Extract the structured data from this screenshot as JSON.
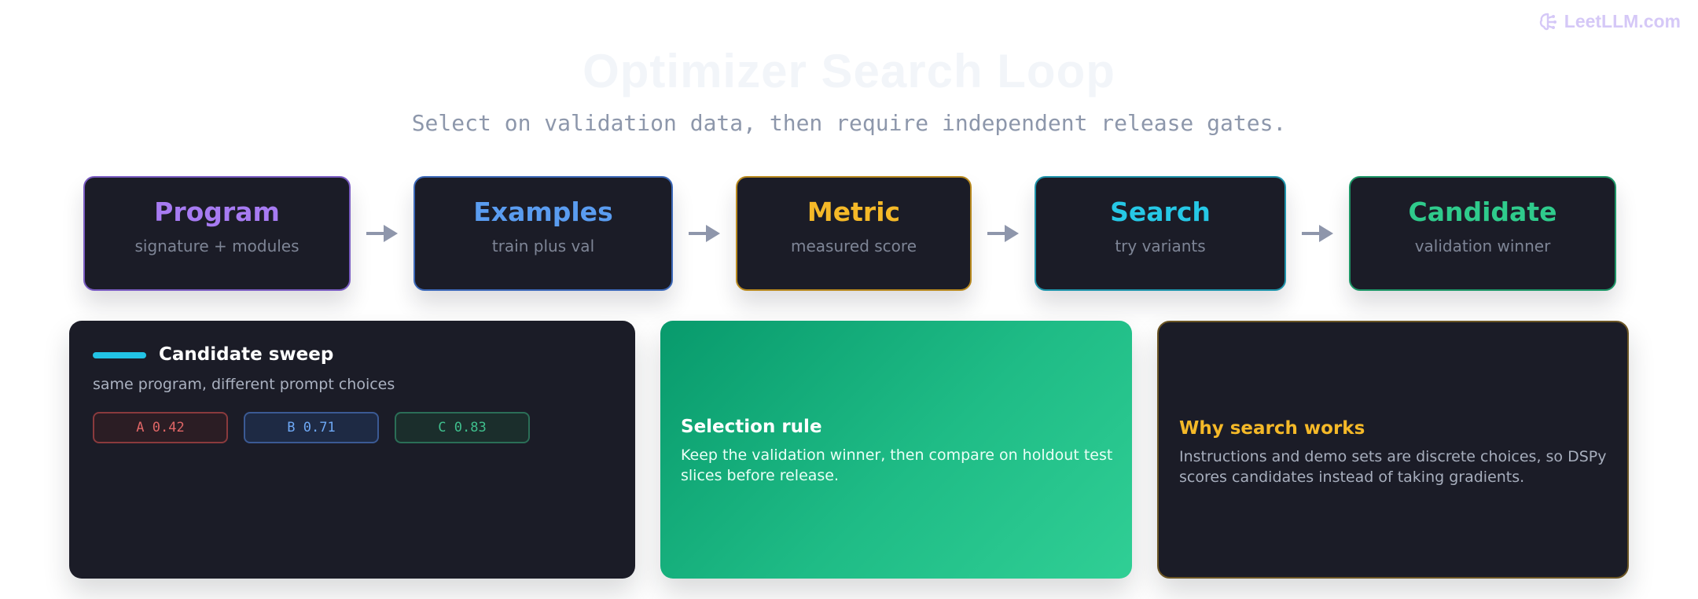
{
  "brand": {
    "name": "LeetLLM.com",
    "icon": "brain-icon",
    "color": "#d5c8f7"
  },
  "header": {
    "title": "Optimizer Search Loop",
    "subtitle": "Select on validation data, then require independent release gates."
  },
  "steps": [
    {
      "name": "Program",
      "desc": "signature + modules",
      "color": "#a77bf2",
      "border": "#7a5cc2"
    },
    {
      "name": "Examples",
      "desc": "train plus val",
      "color": "#5a9cf0",
      "border": "#3d69b8"
    },
    {
      "name": "Metric",
      "desc": "measured score",
      "color": "#f5b928",
      "border": "#b8891f"
    },
    {
      "name": "Search",
      "desc": "try variants",
      "color": "#26c8e6",
      "border": "#1f94ab"
    },
    {
      "name": "Candidate",
      "desc": "validation winner",
      "color": "#2fcb8c",
      "border": "#1e9667"
    }
  ],
  "arrow_color": "#8e96ab",
  "sweep": {
    "title": "Candidate sweep",
    "subtitle": "same program, different prompt choices",
    "accent": "#22c3e5",
    "chips": [
      {
        "label": "A 0.42",
        "text": "#e06666",
        "border": "#8a3a3d",
        "bg": "#2b1d24"
      },
      {
        "label": "B 0.71",
        "text": "#6ea8f5",
        "border": "#3b5a94",
        "bg": "#1e2a44"
      },
      {
        "label": "C 0.83",
        "text": "#3fbf8d",
        "border": "#2b6e57",
        "bg": "#1b2e2c"
      }
    ]
  },
  "selection": {
    "title": "Selection rule",
    "text": "Keep the validation winner, then compare on holdout test slices before release."
  },
  "why": {
    "title": "Why search works",
    "text": "Instructions and demo sets are discrete choices, so DSPy scores candidates instead of taking gradients.",
    "title_color": "#f5b928"
  }
}
